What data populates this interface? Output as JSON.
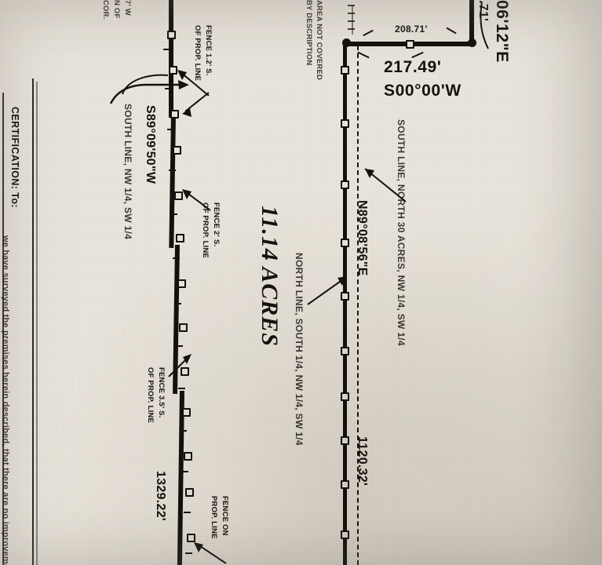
{
  "document": {
    "type": "land-survey-plat",
    "paper_color": "#eae5dc",
    "ink_color": "#14110e"
  },
  "parcel": {
    "area_label": "11.14 ACRES"
  },
  "boundaries": {
    "top_segment_distance": "208.71'",
    "east_segment_distance": "217.49'",
    "east_segment_bearing": "S00°00'W",
    "east_line_distance": "1120.32'",
    "east_line_bearing": "N89°08'56\"E",
    "west_line_distance": "1329.22'",
    "west_line_bearing": "S89°09'50\"W",
    "top_right_bearing_partial": "06'12\"E",
    "top_right_distance_partial": ".71'"
  },
  "annotations": {
    "area_not_covered": "AREA NOT COVERED BY DESCRIPTION",
    "south_line_north_30": "SOUTH LINE, NORTH 30 ACRES, NW 1/4, SW 1/4",
    "north_line_south_quarter": "NORTH LINE, SOUTH 1/4, NW 1/4, SW 1/4",
    "south_line_nw_sw": "SOUTH LINE, NW 1/4, SW 1/4",
    "corner_note_partial_1": "7' W",
    "corner_note_partial_2": "N OF",
    "corner_note_partial_3": "COR."
  },
  "fence_notes": [
    {
      "id": "fence-1",
      "line1": "FENCE 1.2' S.",
      "line2": "OF PROP. LINE"
    },
    {
      "id": "fence-2",
      "line1": "FENCE 2' S.",
      "line2": "OF PROP. LINE"
    },
    {
      "id": "fence-3",
      "line1": "FENCE 3.5' S.",
      "line2": "OF PROP. LINE"
    },
    {
      "id": "fence-4",
      "line1": "FENCE ON",
      "line2": "PROP. LINE"
    }
  ],
  "certification": {
    "heading": "CERTIFICATION:  To:",
    "body": "we have surveyed the premises herein described, that there are no improvements"
  }
}
